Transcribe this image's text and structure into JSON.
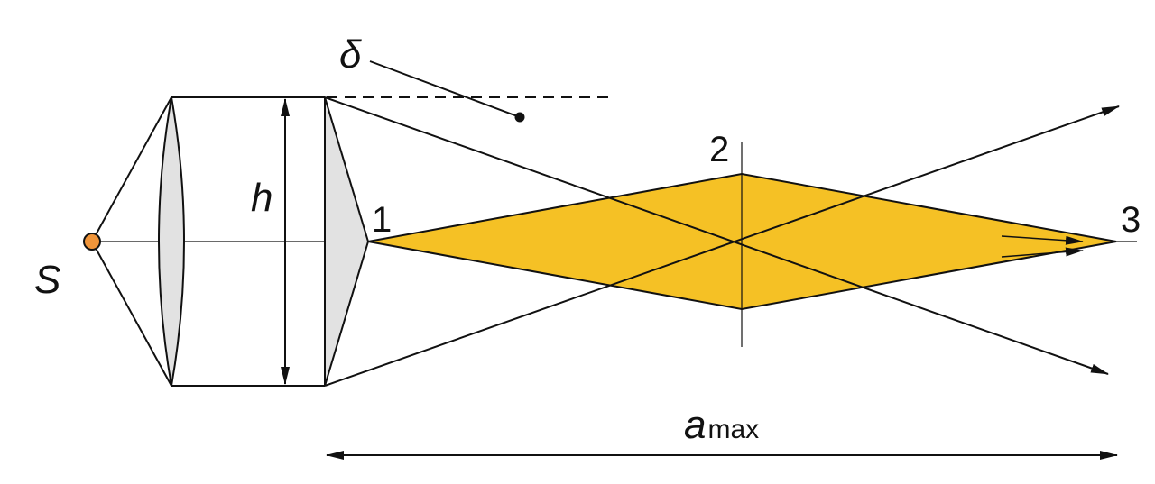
{
  "labels": {
    "source": "S",
    "height": "h",
    "delta": "δ",
    "point1": "1",
    "point2": "2",
    "point3": "3",
    "distance_main": "a",
    "distance_sub": "max"
  },
  "colors": {
    "line": "#111111",
    "lens_fill": "#e2e2e2",
    "beam_fill": "#f5c125",
    "source_fill": "#f0953a"
  }
}
